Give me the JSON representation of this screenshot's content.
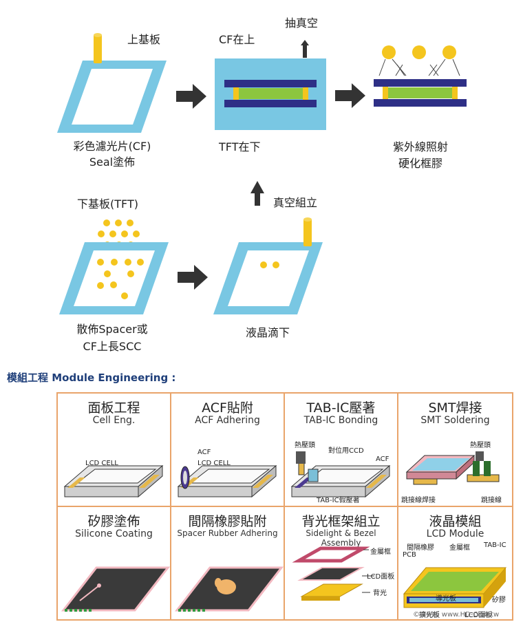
{
  "process": {
    "cf_label": "上基板",
    "cf_caption_1": "彩色濾光片(CF)",
    "cf_caption_2": "Seal塗佈",
    "cf_top": "CF在上",
    "tft_bottom": "TFT在下",
    "vacuum": "抽真空",
    "uv_1": "紫外線照射",
    "uv_2": "硬化框膠",
    "vacuum_assemble": "真空組立",
    "tft_label": "下基板(TFT)",
    "spacer_1": "散佈Spacer或",
    "spacer_2": "CF上長SCC",
    "lc_drop": "液晶滴下"
  },
  "module": {
    "heading": "模組工程 Module Engineering :",
    "cells": [
      {
        "zh": "面板工程",
        "en": "Cell Eng.",
        "tags": [
          "LCD CELL"
        ]
      },
      {
        "zh": "ACF貼附",
        "en": "ACF Adhering",
        "tags": [
          "ACF",
          "LCD CELL"
        ]
      },
      {
        "zh": "TAB-IC壓著",
        "en": "TAB-IC  Bonding",
        "tags": [
          "熱壓頭",
          "對位用CCD",
          "ACF",
          "TAB-IC假壓著"
        ]
      },
      {
        "zh": "SMT焊接",
        "en": "SMT Soldering",
        "tags": [
          "熱壓頭",
          "跳接線焊接",
          "跳接線"
        ]
      },
      {
        "zh": "矽膠塗佈",
        "en": "Silicone Coating",
        "tags": []
      },
      {
        "zh": "間隔橡膠貼附",
        "en": "Spacer Rubber Adhering",
        "tags": []
      },
      {
        "zh": "背光框架組立",
        "en": "Sidelight & Bezel Assembly",
        "tags": [
          "金屬框",
          "LCD面板",
          "背光"
        ]
      },
      {
        "zh": "液晶模組",
        "en": "LCD Module",
        "tags": [
          "間隔橡膠",
          "金屬框",
          "TAB-IC",
          "PCB",
          "導光板",
          "矽膠",
          "擴光板",
          "LCD面板"
        ]
      }
    ]
  },
  "watermark": "© 2016  www.HD-Club.tw",
  "colors": {
    "frame": "#79c7e3",
    "yellow": "#f4c51e",
    "navy": "#2e2f86",
    "green": "#8cc63e",
    "grid_border": "#e9a46a"
  }
}
